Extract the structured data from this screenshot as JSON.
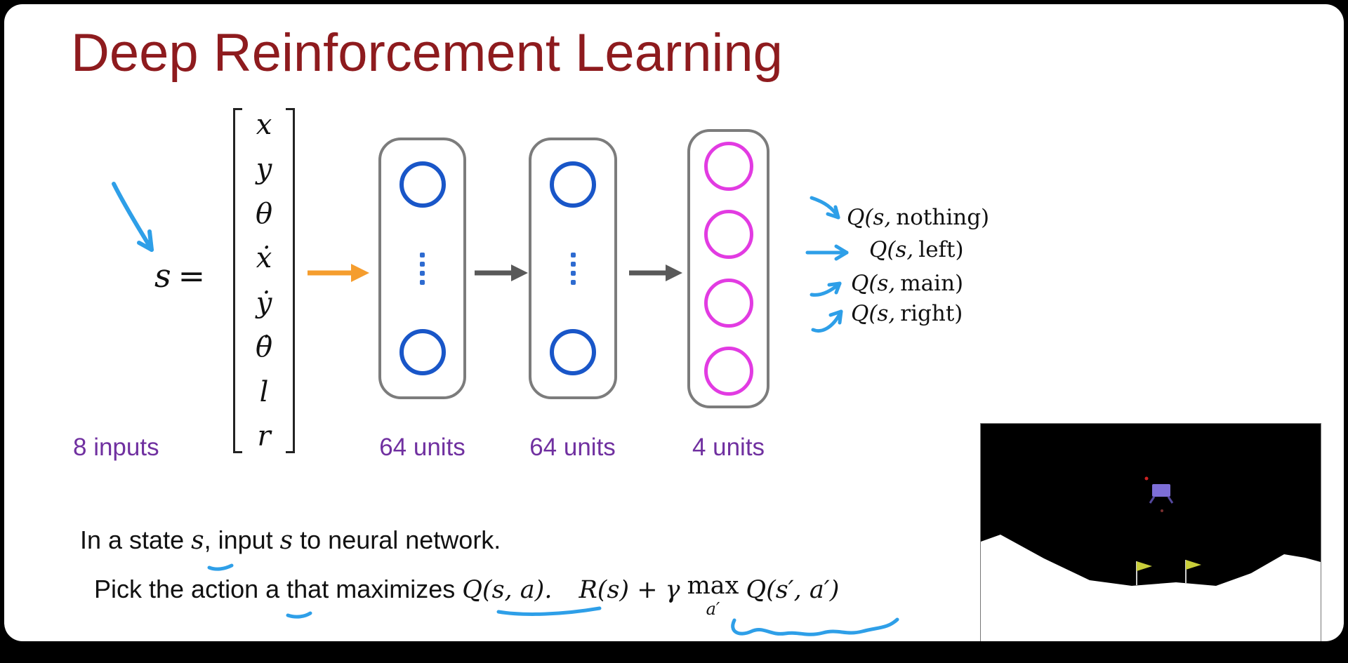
{
  "title": "Deep Reinforcement Learning",
  "state": {
    "var": "s",
    "eq": "=",
    "elements": [
      "x",
      "y",
      "θ",
      "ẋ",
      "ẏ",
      "θ̇",
      "l",
      "r"
    ],
    "inputs_label": "8 inputs"
  },
  "layers": [
    {
      "label": "64 units"
    },
    {
      "label": "64 units"
    },
    {
      "label": "4 units"
    }
  ],
  "outputs": [
    {
      "fn": "Q(s,",
      "action": "nothing)"
    },
    {
      "fn": "Q(s,",
      "action": "left)"
    },
    {
      "fn": "Q(s,",
      "action": "main)"
    },
    {
      "fn": "Q(s,",
      "action": "right)"
    }
  ],
  "notes": {
    "line1": {
      "p1": "In a state ",
      "s1": "s",
      "p2": ", input ",
      "s2": "s",
      "p3": " to neural network."
    },
    "line2": {
      "p1": "Pick the action ",
      "a": "a",
      "p2": " that maximizes ",
      "q": "Q(s, a).",
      "f1": "R(s) + γ",
      "max": "max",
      "max_sub": "a′",
      "f2": "Q(s′, a′)"
    }
  },
  "colors": {
    "title": "#8E1B1E",
    "purple_label": "#7030A0",
    "hidden_unit_blue": "#1956C8",
    "output_unit_magenta": "#E23BE2",
    "annotation_blue": "#2E9FE8",
    "input_arrow_orange": "#F59D2E",
    "layer_arrow_gray": "#595959",
    "lander_body_purple": "#7D6ED7",
    "flag_yellow": "#C9CE3A"
  }
}
